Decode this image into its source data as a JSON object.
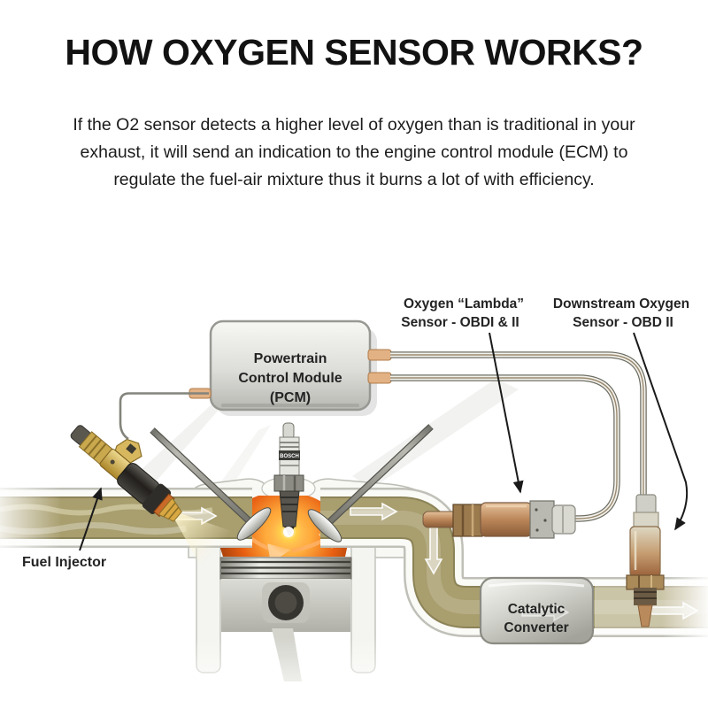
{
  "title": "HOW OXYGEN SENSOR WORKS?",
  "intro": {
    "lines": [
      "If the O2 sensor detects a higher level of oxygen than is traditional in your",
      "exhaust, it will send an indication to the engine control module (ECM) to",
      "regulate the fuel-air mixture thus it burns a lot of with efficiency."
    ]
  },
  "diagram": {
    "pcm": {
      "line1": "Powertrain",
      "line2": "Control Module",
      "line3": "(PCM)"
    },
    "lambda_sensor_label": {
      "line1": "Oxygen “Lambda”",
      "line2": "Sensor - OBDI & II"
    },
    "downstream_sensor_label": {
      "line1": "Downstream Oxygen",
      "line2": "Sensor - OBD II"
    },
    "catalytic_converter_label": {
      "line1": "Catalytic",
      "line2": "Converter"
    },
    "fuel_injector_label": "Fuel Injector",
    "spark_plug_brand": "BOSCH",
    "colors": {
      "title_text": "#121212",
      "label_text": "#242424",
      "exhaust_olive": "#a49a6a",
      "pipe_wall": "#fafaf7",
      "pipe_outline": "#bdbdb6",
      "combustion_orange": "#e85f12",
      "combustion_glow": "#ffd24a",
      "sensor_copper": "#bb8659",
      "wire_silver": "#f2f1ec",
      "ferrule_copper": "#e2b184",
      "pcm_gray": "#d6d6d1"
    }
  }
}
